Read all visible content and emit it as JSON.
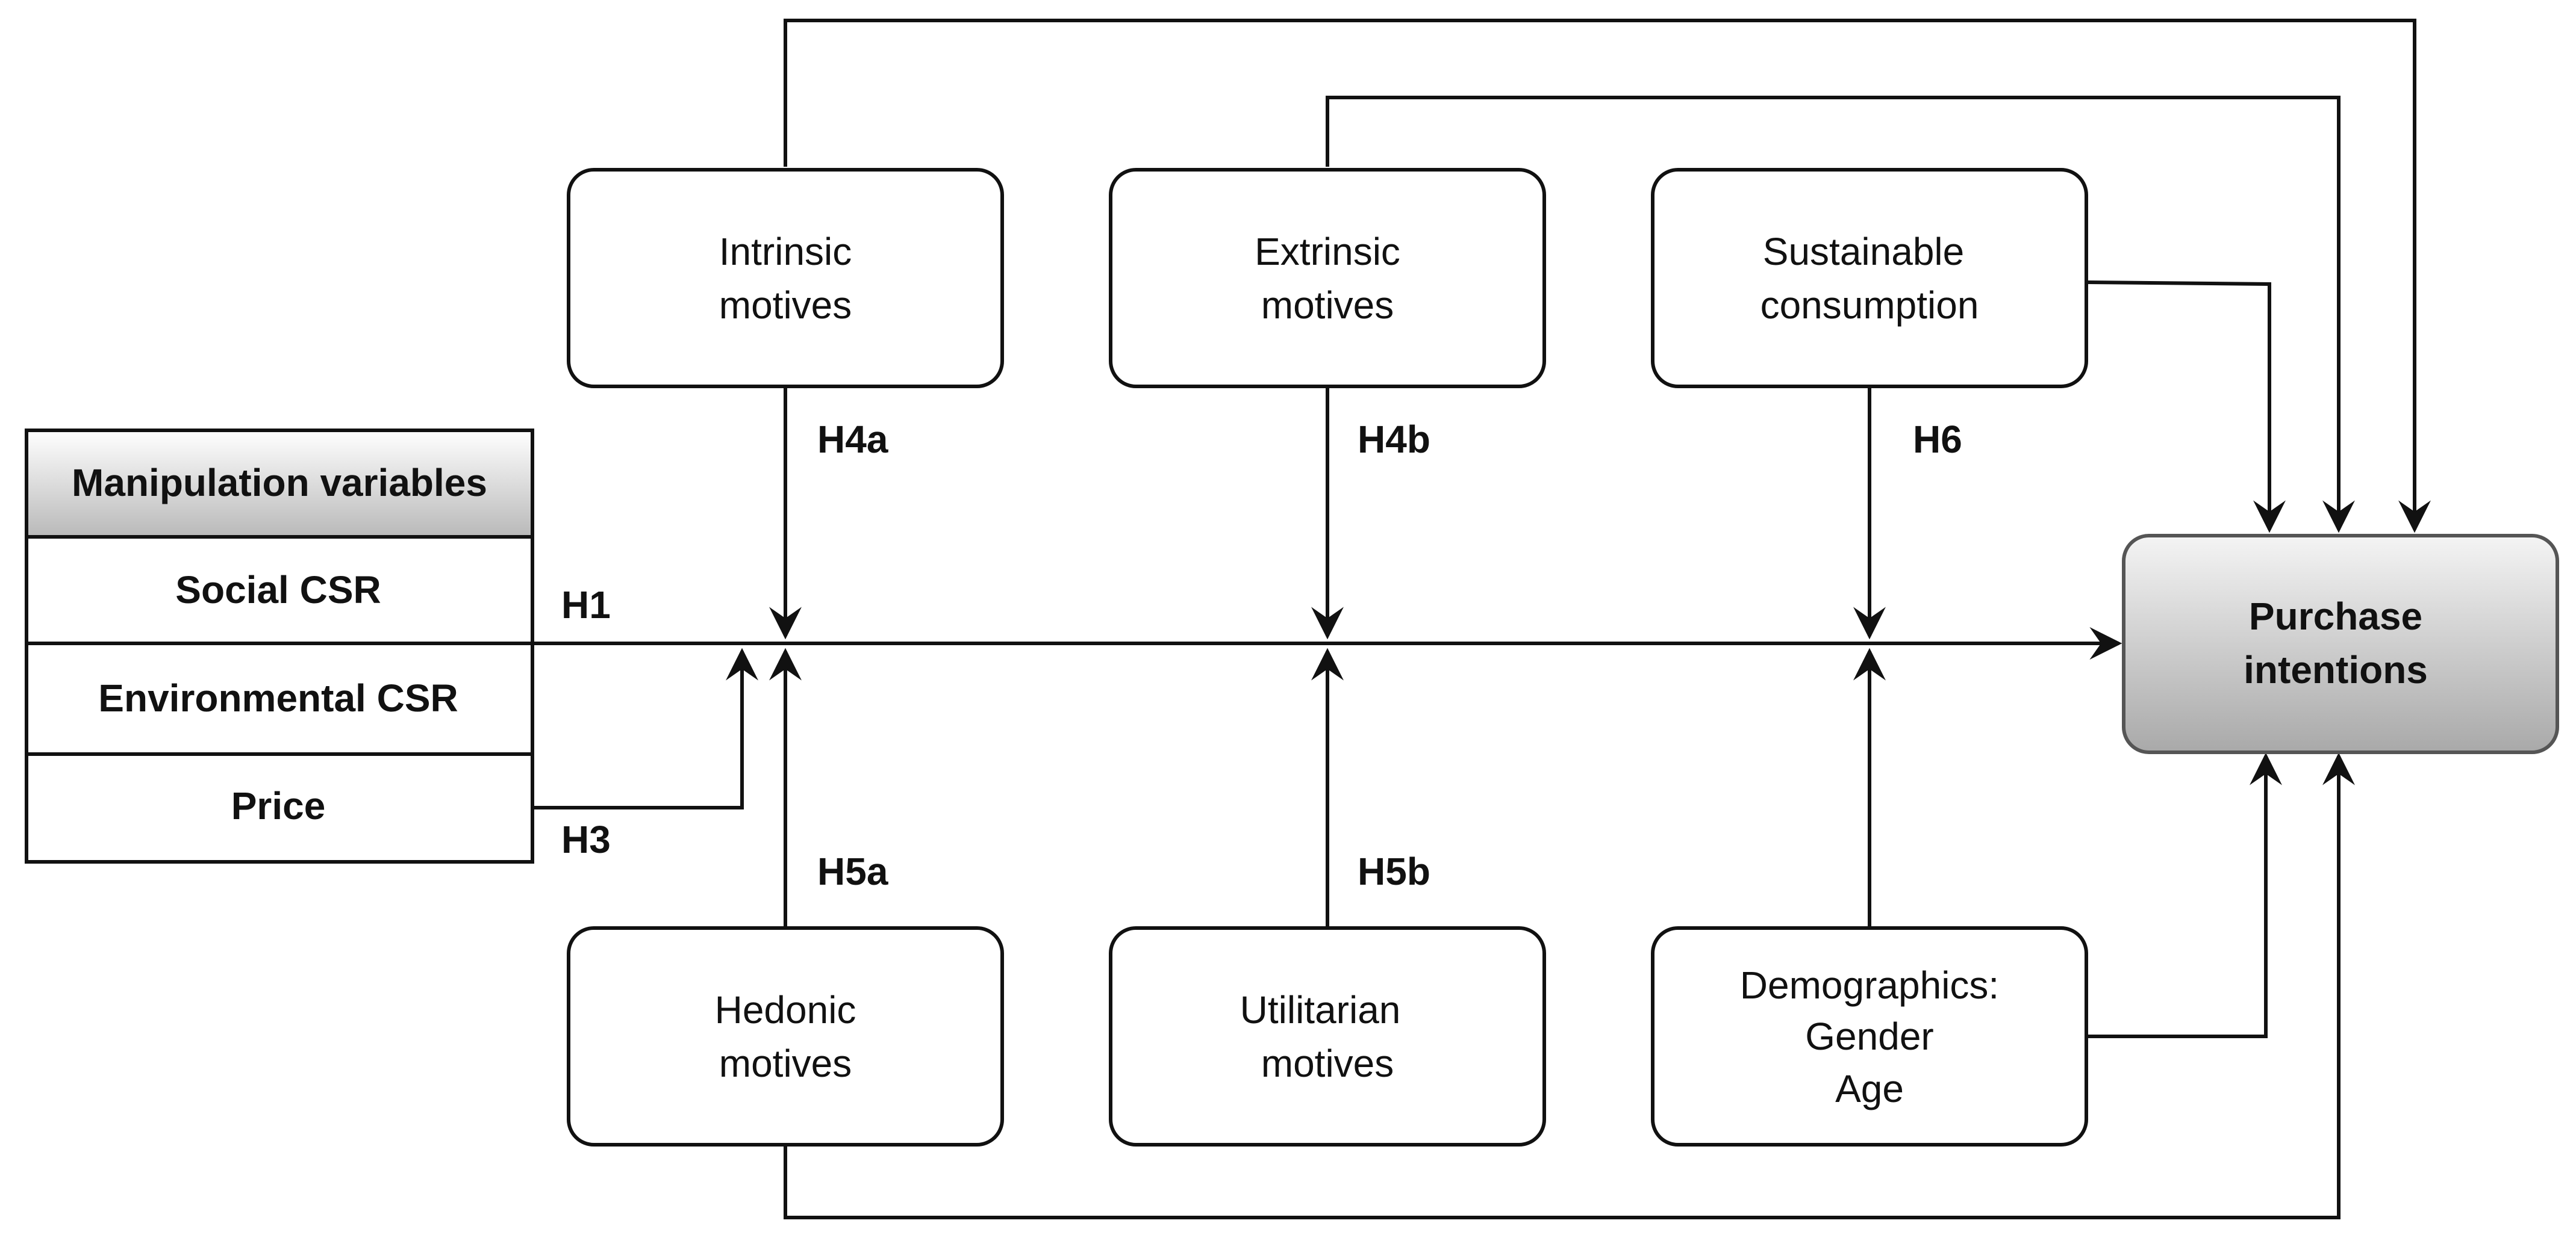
{
  "colors": {
    "stroke": "#111111",
    "background": "#ffffff",
    "header_gradient_top": "#ffffff",
    "header_gradient_bottom": "#b9b9b9",
    "target_gradient_top": "#f4f4f4",
    "target_gradient_bottom": "#a9a9a9"
  },
  "manipulation_table": {
    "header": "Manipulation variables",
    "rows": [
      "Social CSR",
      "Environmental CSR",
      "Price"
    ]
  },
  "moderators_top": [
    {
      "lines": [
        "Intrinsic",
        "motives"
      ]
    },
    {
      "lines": [
        "Extrinsic",
        "motives"
      ]
    },
    {
      "lines": [
        "Sustainable",
        "consumption"
      ]
    }
  ],
  "moderators_bottom": [
    {
      "lines": [
        "Hedonic",
        "motives"
      ]
    },
    {
      "lines": [
        "Utilitarian",
        "motives"
      ]
    },
    {
      "lines": [
        "Demographics:",
        "Gender",
        "Age"
      ]
    }
  ],
  "target": {
    "lines": [
      "Purchase",
      "intentions"
    ]
  },
  "hypotheses": {
    "h1": "H1",
    "h3": "H3",
    "h4a": "H4a",
    "h4b": "H4b",
    "h6": "H6",
    "h5a": "H5a",
    "h5b": "H5b"
  }
}
